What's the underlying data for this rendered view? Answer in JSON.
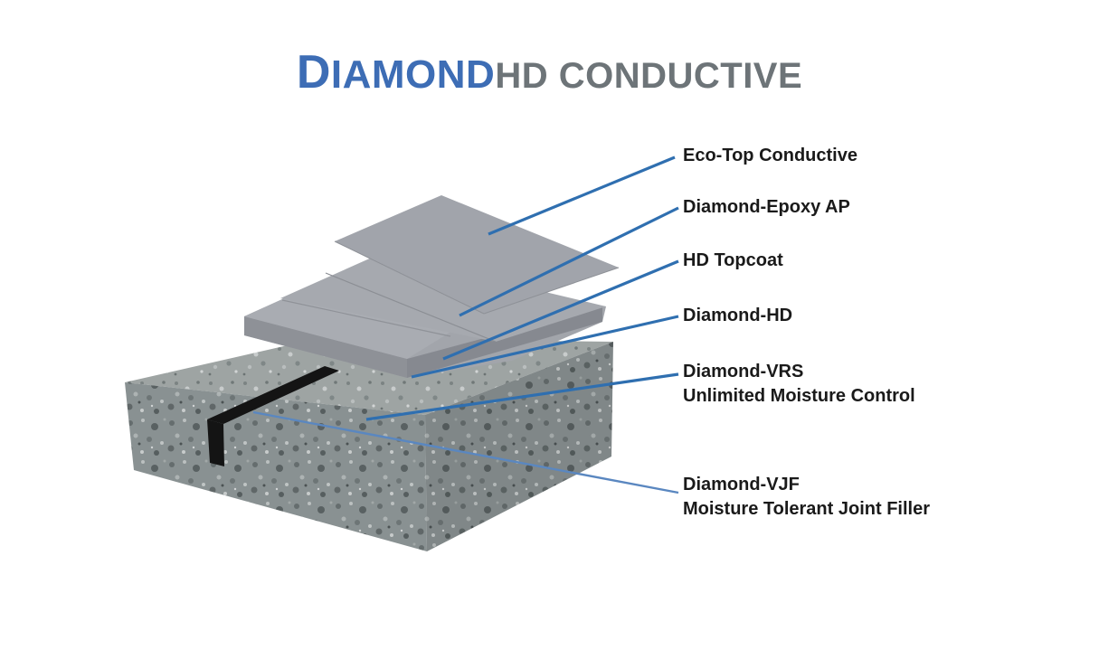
{
  "title": {
    "brand_initial": "D",
    "brand_rest": "IAMOND",
    "product": "HD CONDUCTIVE"
  },
  "colors": {
    "brand": "#3d6db5",
    "product": "#6d7478",
    "leader": "#2f6fb0",
    "concrete": "#8e9697",
    "coating": "#9ea1a8",
    "joint_filler": "#111111"
  },
  "layers": [
    {
      "name": "Eco-Top Conductive"
    },
    {
      "name": "Diamond-Epoxy AP"
    },
    {
      "name": "HD Topcoat"
    },
    {
      "name": "Diamond-HD"
    },
    {
      "name": "Diamond-VRS",
      "description": "Unlimited Moisture Control"
    },
    {
      "name": "Diamond-VJF",
      "description": "Moisture Tolerant Joint Filler"
    }
  ]
}
